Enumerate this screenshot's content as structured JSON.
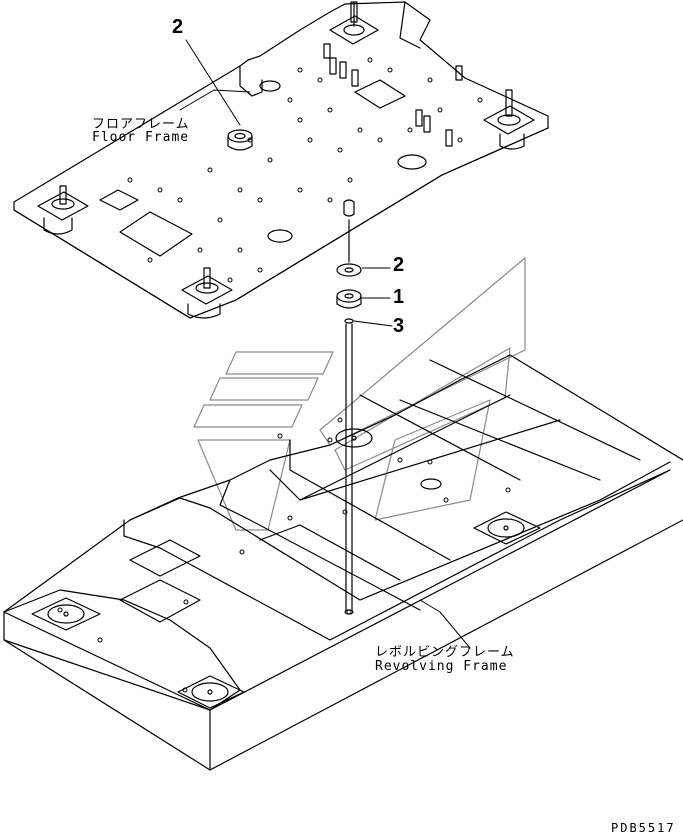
{
  "labels": {
    "floor_frame_jp": "フロアフレーム",
    "floor_frame_en": "Floor Frame",
    "revolving_frame_jp": "レボルビングフレーム",
    "revolving_frame_en": "Revolving Frame"
  },
  "callouts": {
    "top_left": "2",
    "washer": "2",
    "mount": "1",
    "bolt": "3"
  },
  "drawing_code": "PDB5517",
  "colors": {
    "line": "#000000",
    "watermark": "#888888",
    "background": "#ffffff"
  }
}
